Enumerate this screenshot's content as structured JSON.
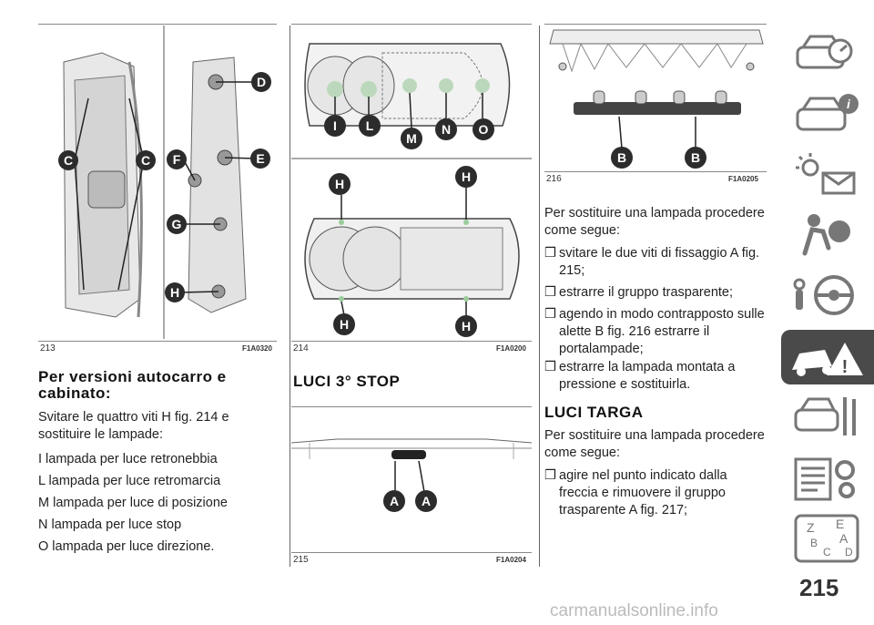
{
  "figures": {
    "f213": {
      "number": "213",
      "code": "F1A0320",
      "labels": [
        "C",
        "C",
        "F",
        "E",
        "G",
        "H",
        "D"
      ]
    },
    "f214": {
      "number": "214",
      "code": "F1A0200",
      "labels_top": [
        "I",
        "L",
        "M",
        "N",
        "O"
      ],
      "labels_h": [
        "H",
        "H",
        "H",
        "H"
      ]
    },
    "f215": {
      "number": "215",
      "code": "F1A0204",
      "labels": [
        "A",
        "A"
      ]
    },
    "f216": {
      "number": "216",
      "code": "F1A0205",
      "labels": [
        "B",
        "B"
      ]
    }
  },
  "col1": {
    "heading": "Per versioni autocarro e cabinato:",
    "paragraphs": [
      "Svitare le quattro viti H fig. 214 e sostituire le lampade:",
      "I lampada per luce retronebbia",
      "L lampada per luce retromarcia",
      "M lampada per luce di posizione",
      "N lampada per luce stop",
      "O lampada per luce direzione."
    ]
  },
  "col2": {
    "heading": "LUCI 3° STOP"
  },
  "col3": {
    "intro": "Per sostituire una lampada procedere come segue:",
    "bullets": [
      "svitare le due viti di fissaggio A fig. 215;",
      "estrarre il gruppo trasparente;",
      "agendo in modo contrapposto sulle alette B fig. 216 estrarre il portalampade;",
      "estrarre la lampada montata a pressione e sostituirla."
    ],
    "heading2": "LUCI TARGA",
    "intro2": "Per sostituire una lampada procedere come segue:",
    "bullets2": [
      "agire nel punto indicato dalla freccia e rimuovere il gruppo trasparente A fig. 217;"
    ],
    "bullet_glyph": "❒"
  },
  "sidebar": {
    "tabs": [
      {
        "name": "car-dashboard-icon"
      },
      {
        "name": "car-info-icon"
      },
      {
        "name": "warning-lights-icon"
      },
      {
        "name": "airbag-safety-icon"
      },
      {
        "name": "starting-driving-icon"
      },
      {
        "name": "emergency-icon"
      },
      {
        "name": "maintenance-icon"
      },
      {
        "name": "technical-data-icon"
      },
      {
        "name": "index-icon"
      }
    ],
    "active_index": 5
  },
  "page_number": "215",
  "watermark": "carmanualsonline.info",
  "colors": {
    "label_fill": "#2c2c2c",
    "active_tab": "#4a4a4a",
    "tab_icon": "#777777"
  }
}
